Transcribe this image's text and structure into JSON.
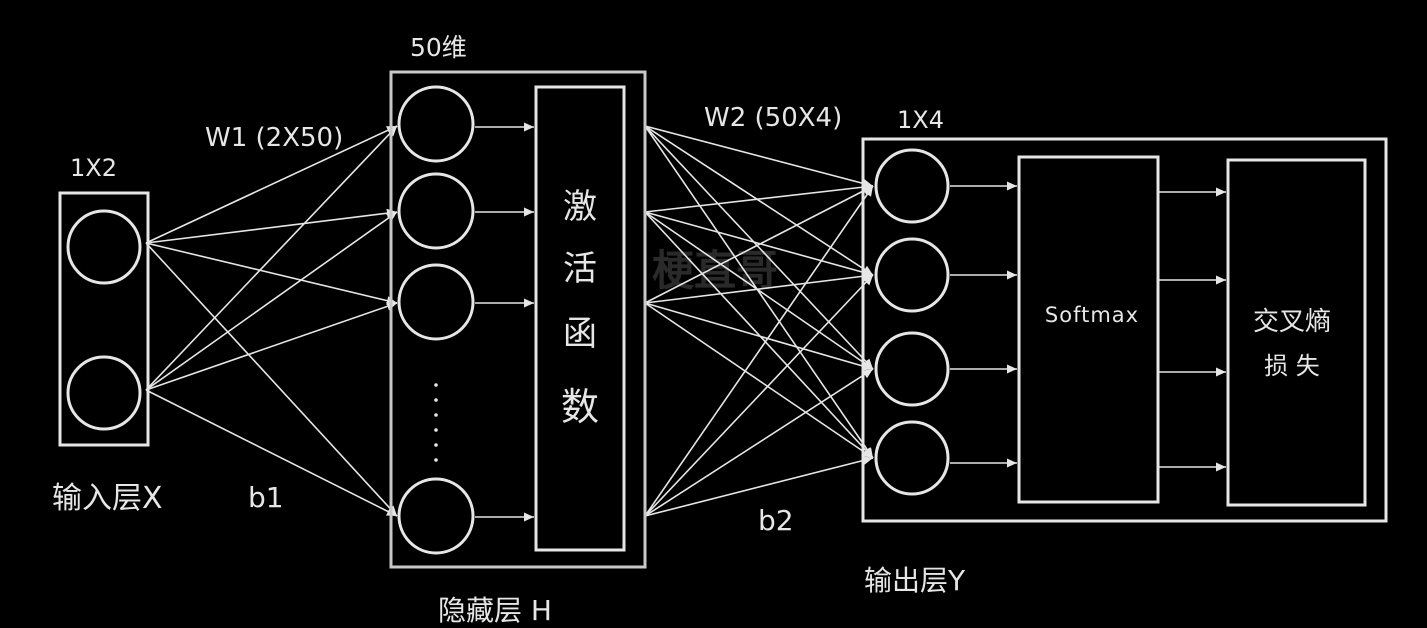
{
  "labels": {
    "input_dim": "1X2",
    "input_layer": "输入层X",
    "w1": "W1 (2X50)",
    "b1": "b1",
    "hidden_dim": "50维",
    "hidden_layer": "隐藏层 H",
    "activation": [
      "激",
      "活",
      "函",
      "数"
    ],
    "w2": "W2 (50X4)",
    "b2": "b2",
    "output_dim": "1X4",
    "output_layer": "输出层Y",
    "softmax": "Softmax",
    "loss_line1": "交叉熵",
    "loss_line2": "损 失",
    "watermark": "梗直哥"
  },
  "colors": {
    "background": "#000000",
    "stroke": "#e6e6e6",
    "watermark": "#2a2a2a"
  }
}
